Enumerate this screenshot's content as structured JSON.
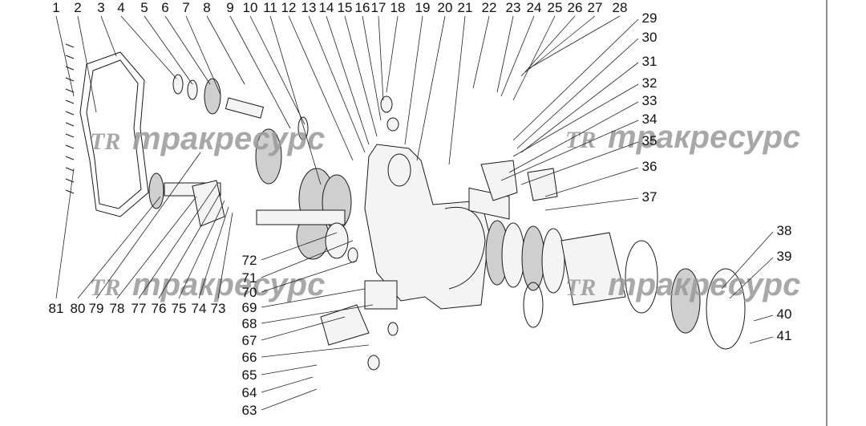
{
  "watermark": {
    "logo": "TR",
    "text": "тракресурс"
  },
  "callouts": {
    "top": [
      "1",
      "2",
      "3",
      "4",
      "5",
      "6",
      "7",
      "8",
      "9",
      "10",
      "11",
      "12",
      "13",
      "14",
      "15",
      "16",
      "17",
      "18",
      "19",
      "20",
      "21",
      "22",
      "23",
      "24",
      "25",
      "26",
      "27",
      "28"
    ],
    "right": [
      "29",
      "30",
      "31",
      "32",
      "33",
      "34",
      "35",
      "36",
      "37",
      "38",
      "39",
      "40",
      "41"
    ],
    "bottom_row": [
      "81",
      "80",
      "79",
      "78",
      "77",
      "76",
      "75",
      "74",
      "73"
    ],
    "left_column": [
      "72",
      "71",
      "70",
      "69",
      "68",
      "67",
      "66",
      "65",
      "64",
      "63"
    ]
  }
}
